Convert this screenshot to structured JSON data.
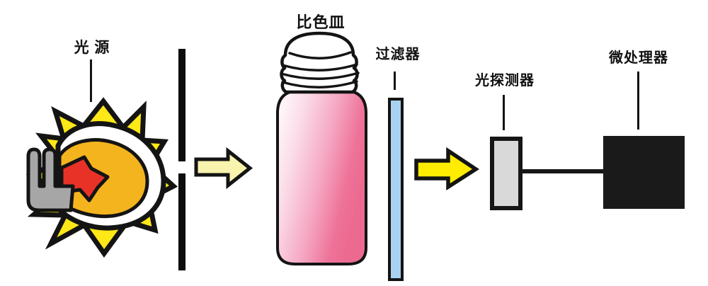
{
  "labels": {
    "light_source": "光 源",
    "cuvette": "比色皿",
    "filter": "过滤器",
    "photodetector": "光探测器",
    "microprocessor": "微处理器"
  },
  "colors": {
    "background": "#FFFFFF",
    "outline": "#141414",
    "starburst_yellow": "#FFE817",
    "bulb_orange": "#F4B41E",
    "flash_red": "#E93227",
    "base_gray": "#A6A6A6",
    "beam_arrow_1_fill": "#F8F4AE",
    "beam_arrow_2_fill": "#FFEC00",
    "filter_blue": "#A8D2F0",
    "detector_gray": "#D9D9D9",
    "microprocessor_black": "#1A1A1A",
    "liquid_pink_light": "#FBDCE8",
    "liquid_pink_deep": "#EC6A90",
    "bottle_white": "#FFFFFF"
  }
}
